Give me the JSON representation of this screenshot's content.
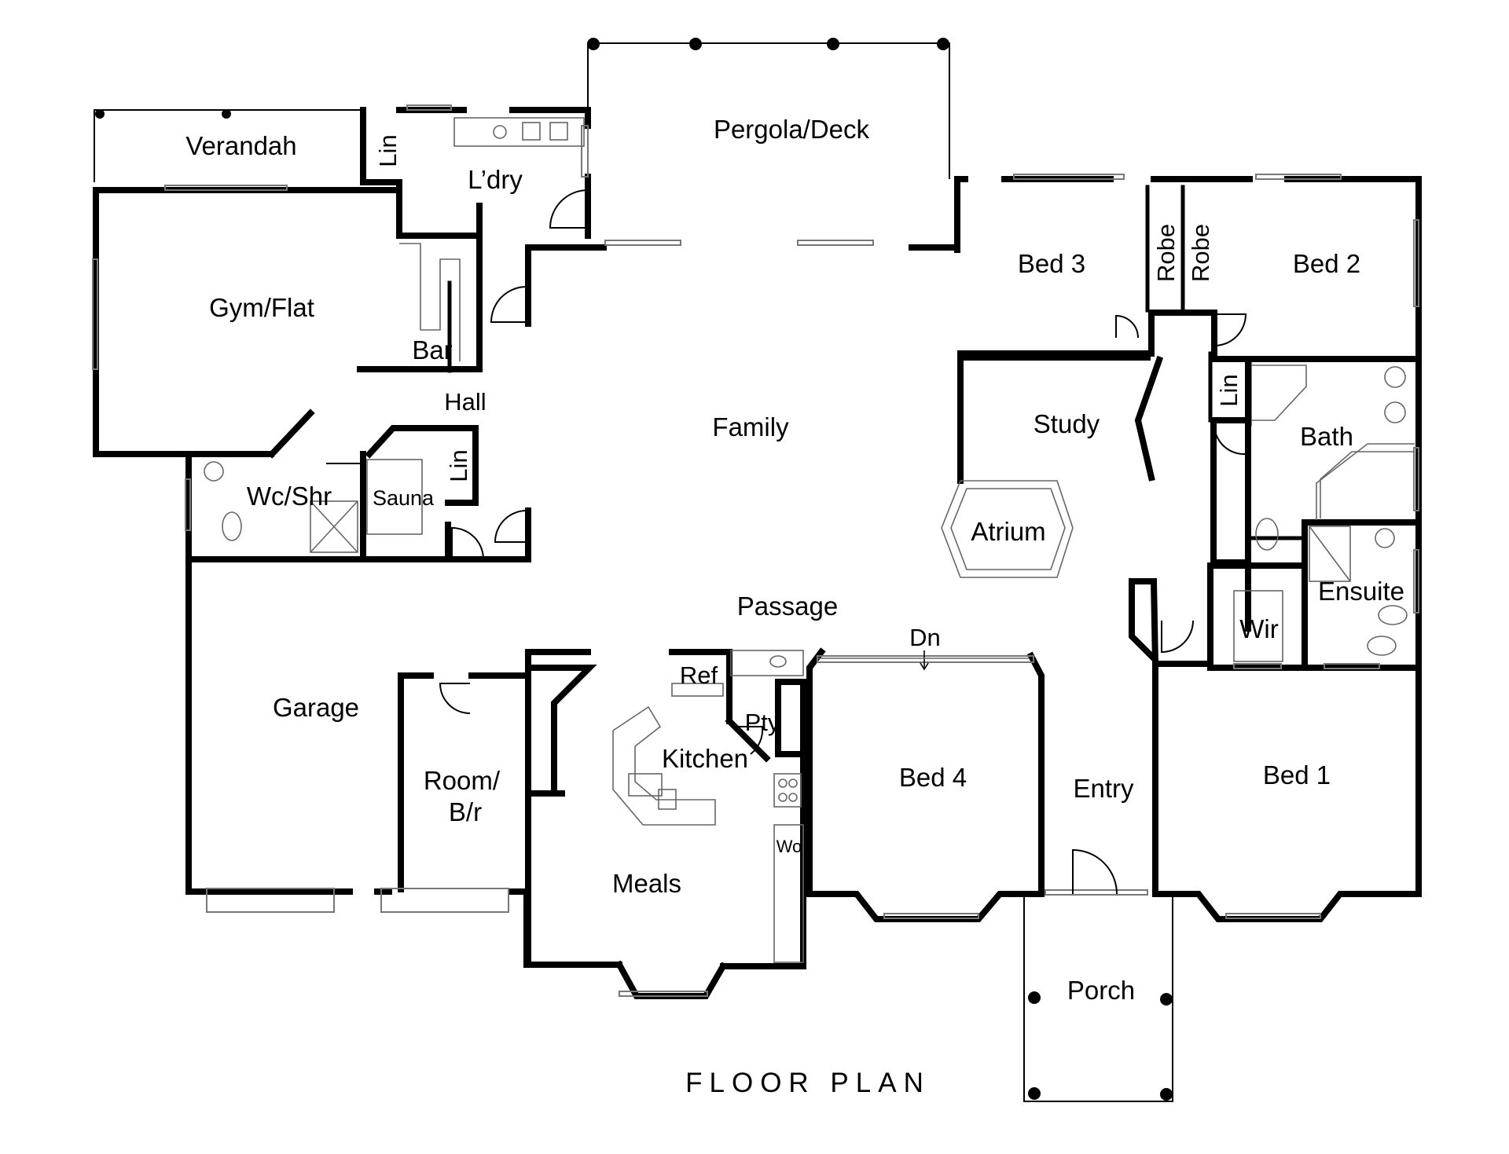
{
  "title": "FLOOR PLAN",
  "rooms": {
    "verandah": "Verandah",
    "lin_laundry": "Lin",
    "laundry": "L’dry",
    "pergola": "Pergola/Deck",
    "gym": "Gym/Flat",
    "bar": "Bar",
    "hall": "Hall",
    "family": "Family",
    "bed3": "Bed 3",
    "robe1": "Robe",
    "robe2": "Robe",
    "bed2": "Bed 2",
    "study": "Study",
    "lin_bath": "Lin",
    "bath": "Bath",
    "wcshr": "Wc/Shr",
    "sauna": "Sauna",
    "lin_hall": "Lin",
    "atrium": "Atrium",
    "ensuite": "Ensuite",
    "wir": "Wir",
    "passage": "Passage",
    "dn": "Dn",
    "ref": "Ref",
    "pty": "Pty",
    "kitchen": "Kitchen",
    "garage": "Garage",
    "room": "Room/\nB/r",
    "bed4": "Bed 4",
    "entry": "Entry",
    "bed1": "Bed 1",
    "wo": "Wo",
    "meals": "Meals",
    "porch": "Porch"
  },
  "colors": {
    "walls": "#000000",
    "windows": "#777777",
    "fixtures": "#666666",
    "background": "#ffffff"
  }
}
